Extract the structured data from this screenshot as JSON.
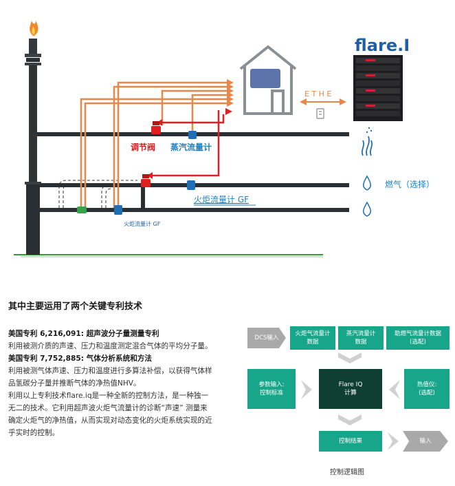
{
  "diagram": {
    "brand_label": "flare.I",
    "ethe_label": "E T H E",
    "valve_label": "调节阀",
    "steam_meter_label": "蒸汽流量计",
    "flare_meter_label": "火炬流量计 GF",
    "flare_meter_small_label": "火炬流量计 GF",
    "fuel_label": "燃气（选择）",
    "colors": {
      "orange_line": "#e8874a",
      "red_line": "#e02020",
      "pipe": "#2a2f33",
      "label_red": "#d02020",
      "label_blue": "#1f7fc0",
      "ground": "#3a9a3a"
    }
  },
  "section": {
    "heading": "其中主要运用了两个关键专利技术",
    "patent1_title": "美国专利 6,216,091: 超声波分子量测量专利",
    "patent1_text": "利用被测介质的声速、压力和温度测定混合气体的平均分子量。",
    "patent2_title": "美国专利 7,752,885: 气体分析系统和方法",
    "patent2_text": "利用被测气体声速、压力和温度进行多算法补偿，以获得气体样品氢碳分子量并推断气体的净热值NHV。",
    "summary_text": "利用以上专利技术flare.iq是一种全新的控制方法，是一种独一无二的技术。它利用超声波火炬气流量计的诊断“声速” 测量来确定火炬气的净热值，从而实现对动态变化的火炬系统实现的近乎实时的控制。"
  },
  "logic": {
    "dcs_input": "DCS输入",
    "flare_flow_data": "火炬气流量计\n数据",
    "steam_flow_data": "蒸汽流量计\n数据",
    "assist_gas_data": "助燃气流量计数据\n(选配)",
    "param_input": "参数输入:\n控制标准",
    "flare_iq_calc": "Flare IQ\n计算",
    "heat_meter": "热值仪:\n(选配)",
    "control_result": "控制结果",
    "output": "输入",
    "caption": "控制逻辑图",
    "colors": {
      "teal": "#18a68a",
      "dark": "#0f3f30",
      "gray": "#a9a9a9",
      "chevron": "#d0d0d0"
    }
  }
}
